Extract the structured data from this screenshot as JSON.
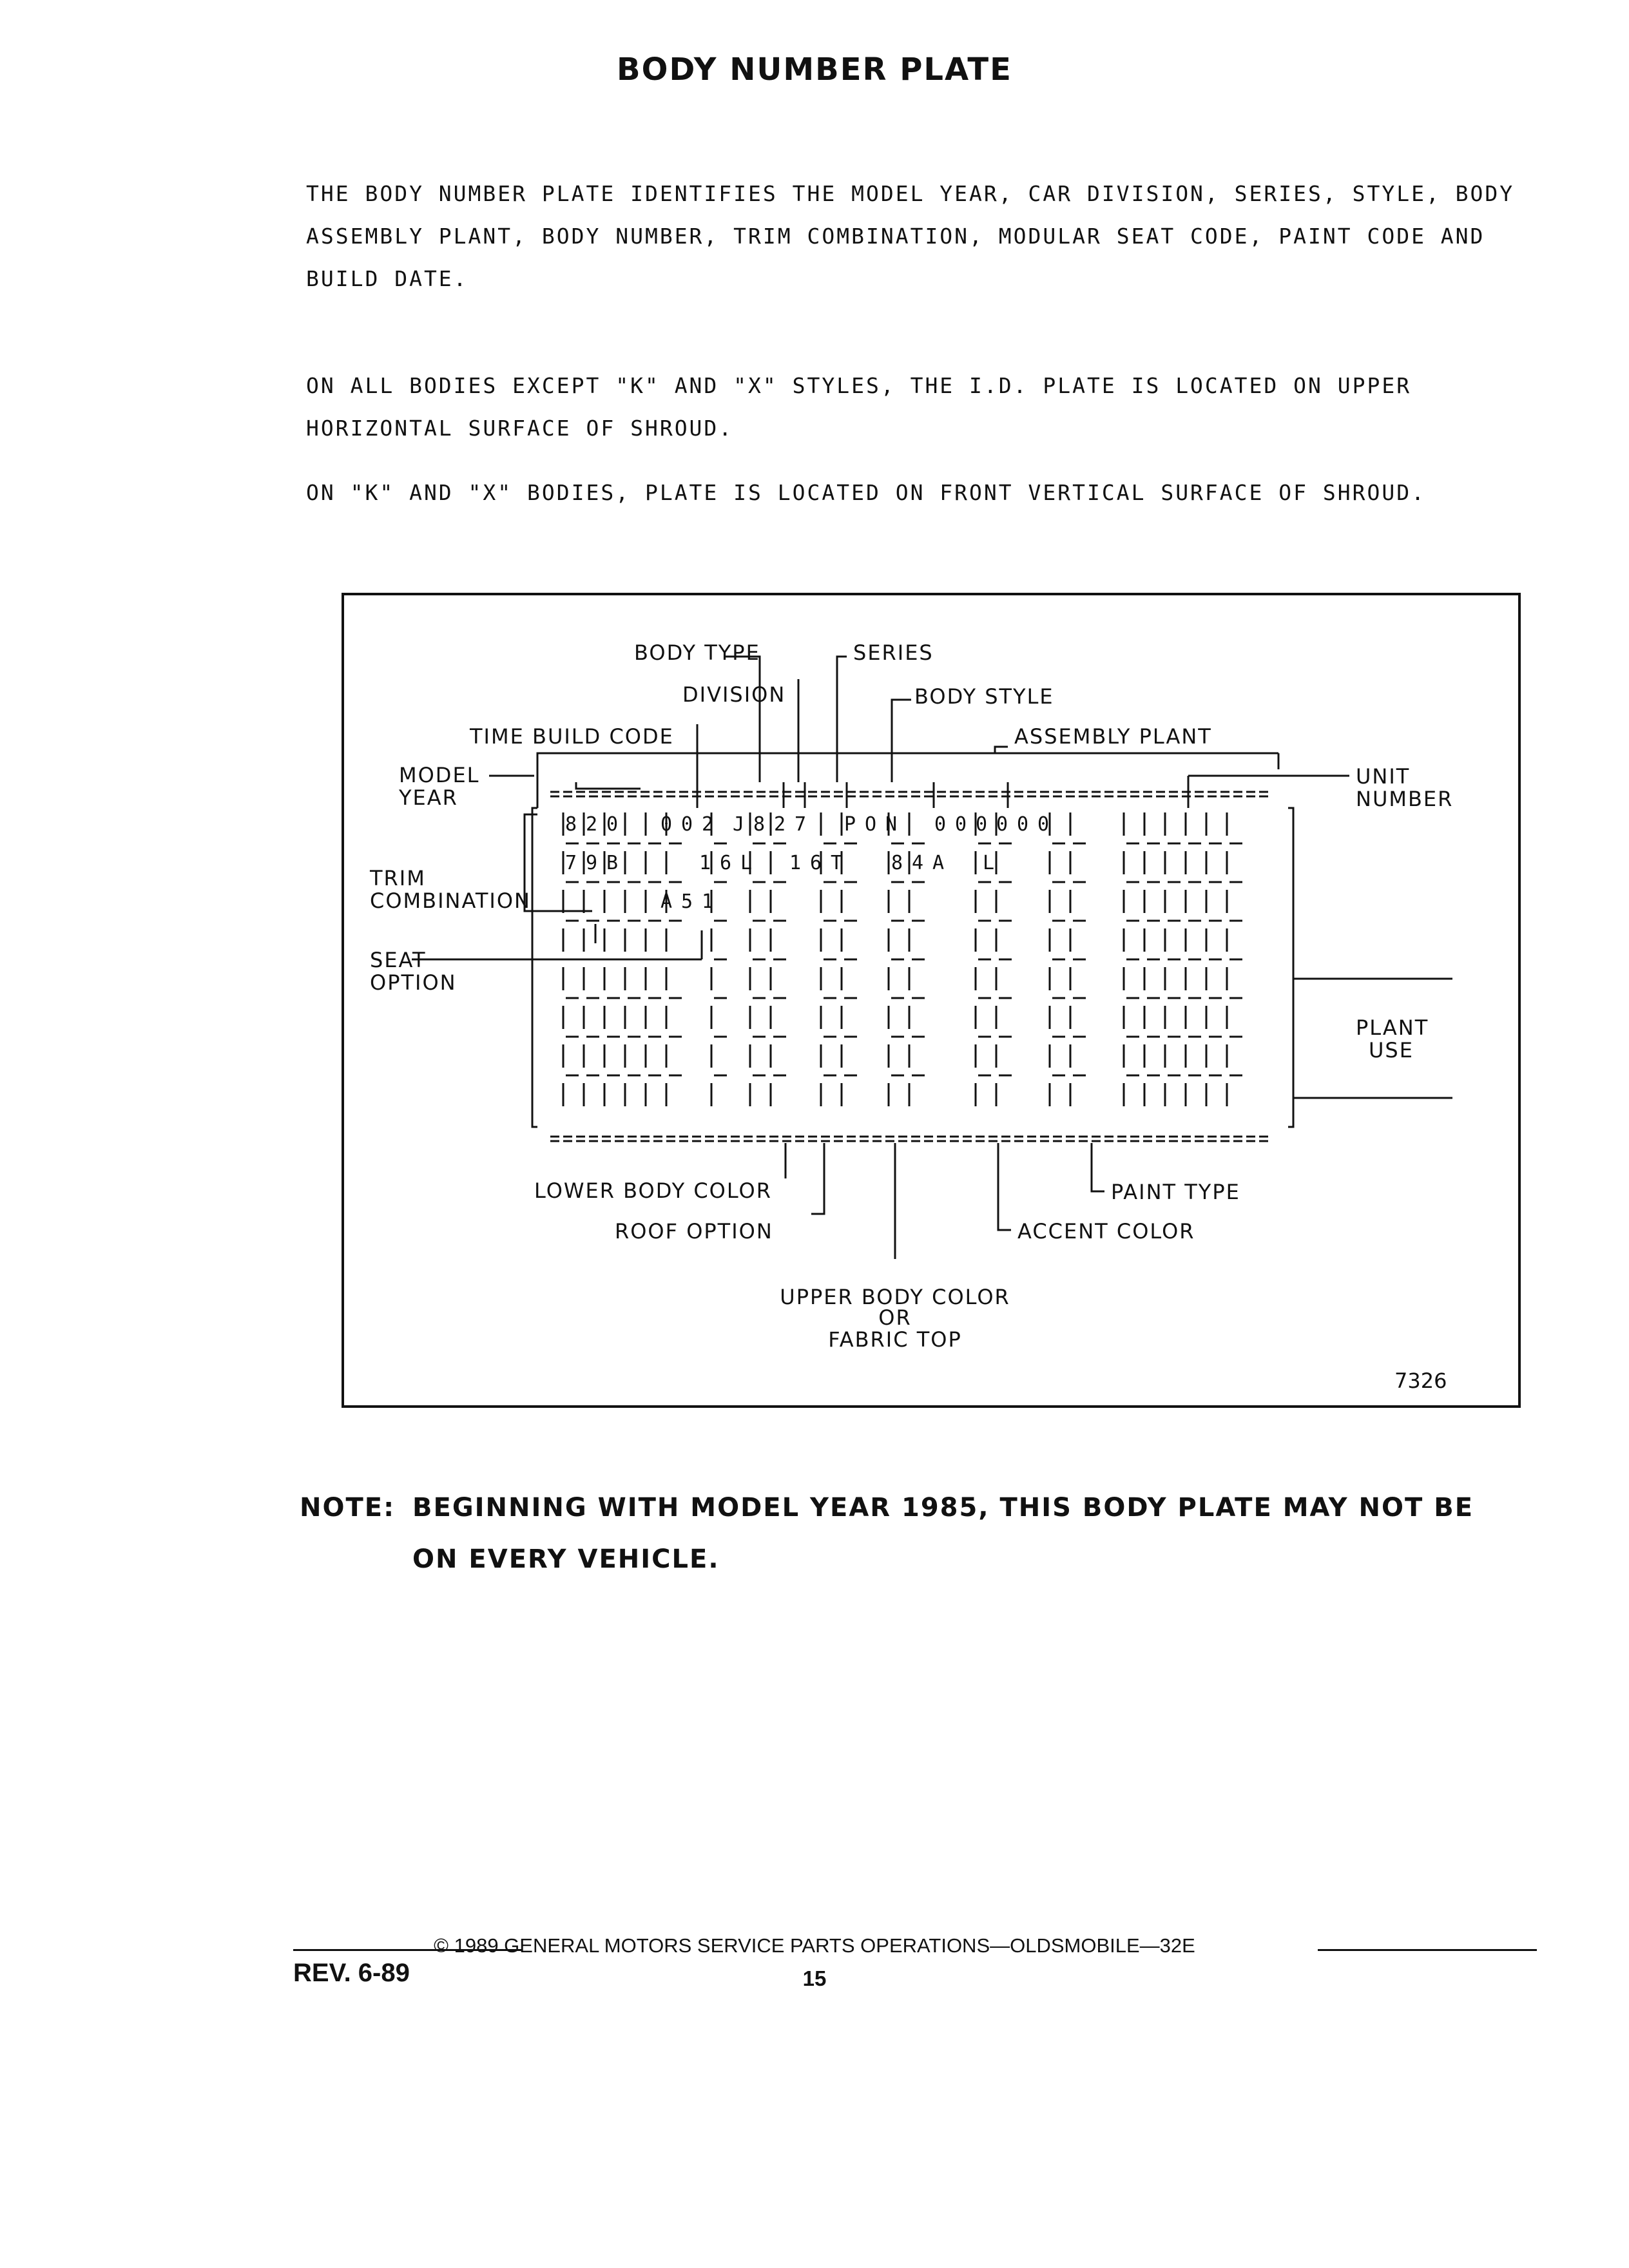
{
  "title": "BODY NUMBER PLATE",
  "paragraphs": [
    "THE BODY NUMBER PLATE IDENTIFIES THE MODEL YEAR, CAR DIVISION, SERIES, STYLE, BODY ASSEMBLY PLANT, BODY NUMBER, TRIM COMBINATION, MODULAR SEAT CODE, PAINT CODE AND BUILD DATE.",
    "ON ALL BODIES EXCEPT \"K\" AND \"X\" STYLES, THE I.D. PLATE IS LOCATED ON UPPER HORIZONTAL SURFACE OF SHROUD.",
    "ON \"K\" AND \"X\" BODIES, PLATE IS LOCATED ON FRONT VERTICAL SURFACE OF SHROUD."
  ],
  "figure": {
    "labels": {
      "body_type": "BODY TYPE",
      "series": "SERIES",
      "division": "DIVISION",
      "body_style": "BODY STYLE",
      "time_build_code": "TIME BUILD CODE",
      "assembly_plant": "ASSEMBLY PLANT",
      "model_year_1": "MODEL",
      "model_year_2": "YEAR",
      "unit_number_1": "UNIT",
      "unit_number_2": "NUMBER",
      "trim_1": "TRIM",
      "trim_2": "COMBINATION",
      "seat_1": "SEAT",
      "seat_2": "OPTION",
      "plant_use_1": "PLANT",
      "plant_use_2": "USE",
      "lower_body_color": "LOWER BODY COLOR",
      "roof_option": "ROOF OPTION",
      "paint_type": "PAINT TYPE",
      "accent_color": "ACCENT COLOR",
      "upper_body_1": "UPPER BODY COLOR",
      "upper_body_2": "OR",
      "upper_body_3": "FABRIC TOP"
    },
    "plate_rows": [
      [
        "8",
        "2",
        "0",
        "0",
        "0",
        "2",
        "J",
        "8",
        "2",
        "7",
        "P",
        "O",
        "N",
        "0",
        "0",
        "0",
        "0",
        "0",
        "0"
      ],
      [
        "7",
        "9",
        "B",
        "1",
        "6",
        "L",
        "1",
        "6",
        "T",
        "8",
        "4",
        "A",
        "L"
      ],
      [
        "A",
        "5",
        "1"
      ]
    ],
    "figure_number": "7326"
  },
  "note": {
    "lead": "NOTE:",
    "line1": "BEGINNING WITH MODEL YEAR 1985, THIS BODY PLATE MAY NOT BE",
    "line2": "ON EVERY VEHICLE."
  },
  "footer": {
    "copyright": "© 1989 GENERAL MOTORS SERVICE PARTS OPERATIONS—OLDSMOBILE—32E",
    "revision": "REV. 6-89",
    "page_number": "15"
  }
}
